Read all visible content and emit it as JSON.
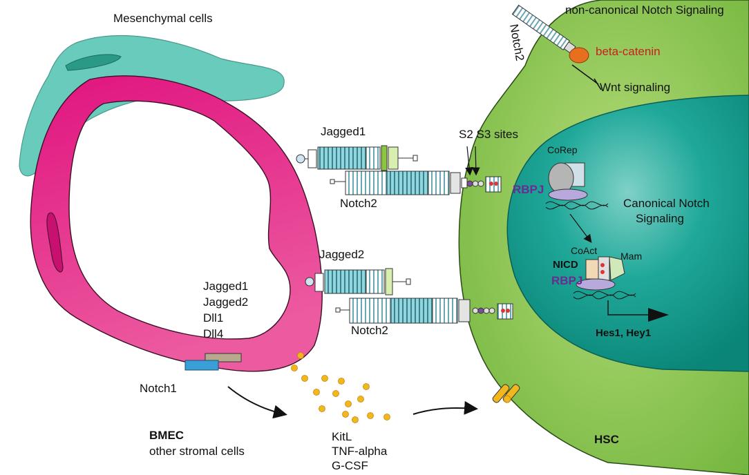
{
  "labels": {
    "mesenchymal": "Mesenchymal cells",
    "noncanonical": "non-canonical Notch Signaling",
    "notch2_top": "Notch2",
    "beta_catenin": "beta-catenin",
    "wnt": "Wnt signaling",
    "jagged1_top": "Jagged1",
    "s2s3": "S2 S3 sites",
    "corep": "CoRep",
    "rbpj_top": "RBPJ",
    "canonical_line1": "Canonical Notch",
    "canonical_line2": "Signaling",
    "notch2_mid": "Notch2",
    "jagged2": "Jagged2",
    "coact": "CoAct",
    "mam": "Mam",
    "nicd": "NICD",
    "rbpj_bottom": "RBPJ",
    "ligands": [
      "Jagged1",
      "Jagged2",
      "Dll1",
      "Dll4"
    ],
    "notch2_bottom": "Notch2",
    "hes_hey": "Hes1, Hey1",
    "notch1": "Notch1",
    "bmec": "BMEC",
    "stromal": "other stromal cells",
    "cytokines": [
      "KitL",
      "TNF-alpha",
      "G-CSF"
    ],
    "hsc": "HSC"
  },
  "colors": {
    "vessel": "#e0147f",
    "mesenchymal": "#5cc7b7",
    "cell": "#78bd40",
    "nucleus": "#0e9c8c",
    "cytokine": "#f2b71d",
    "beta_catenin": "#e86f1f"
  }
}
